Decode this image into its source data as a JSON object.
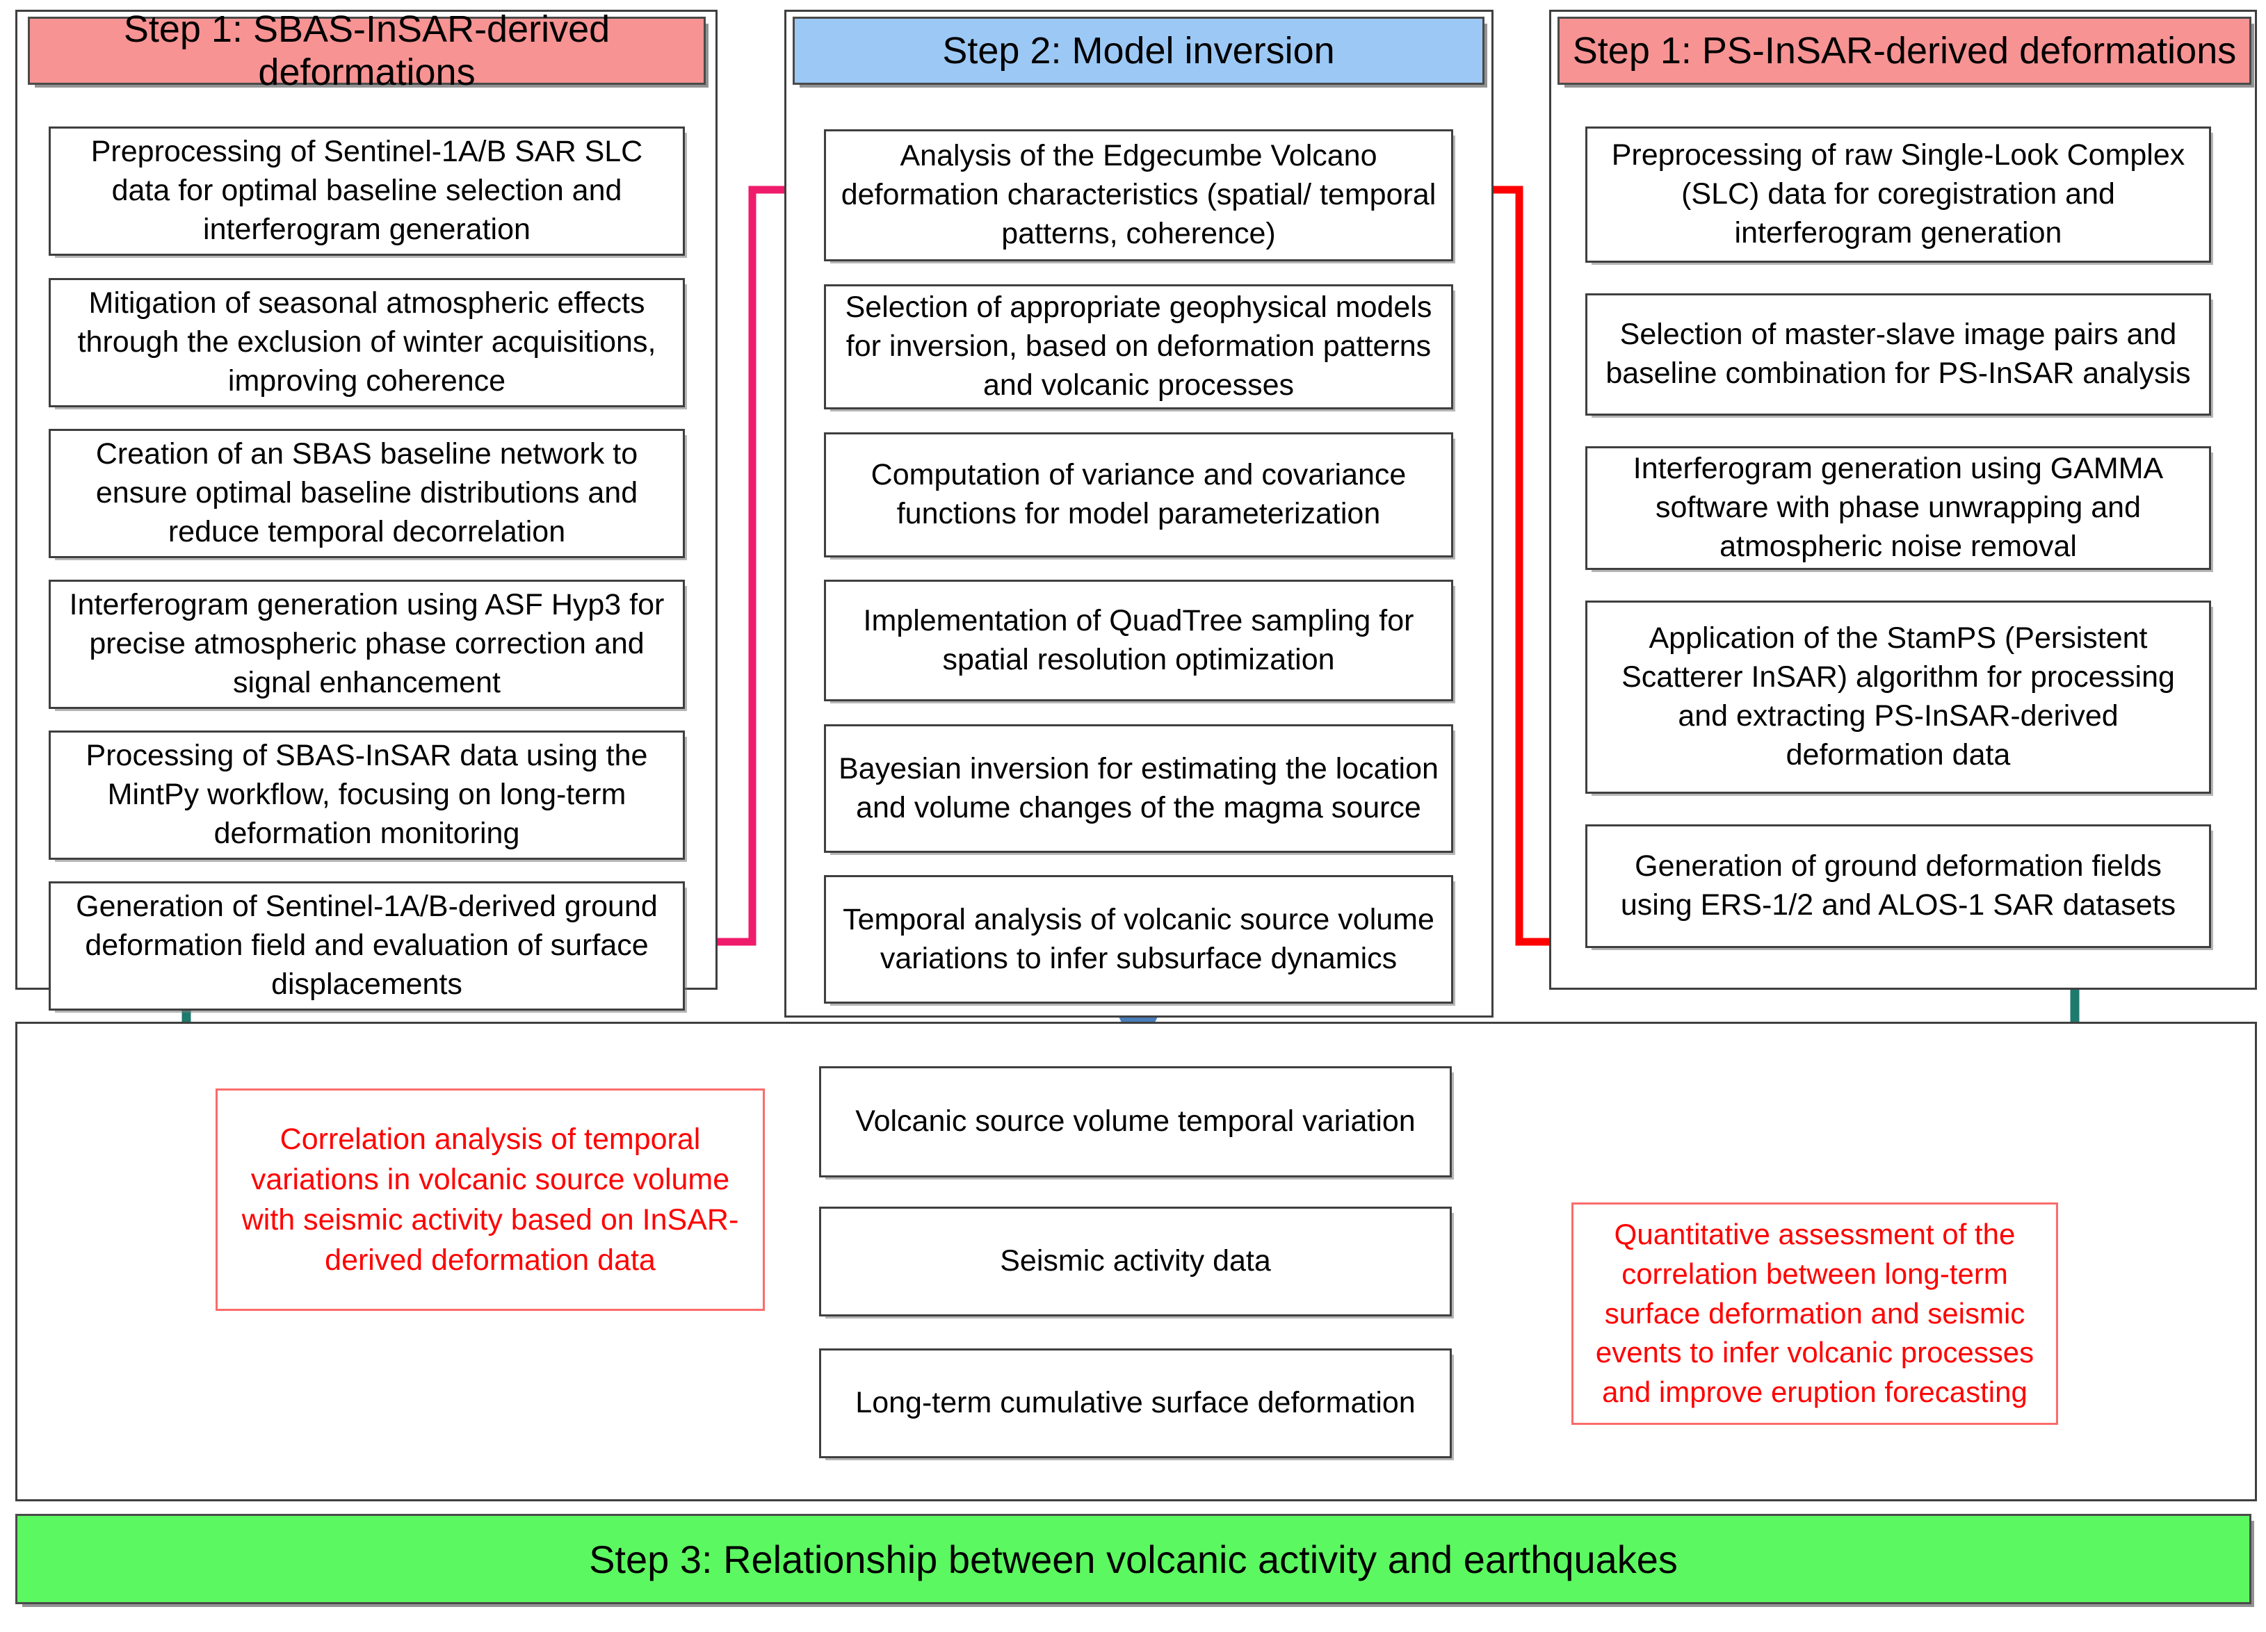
{
  "columns": {
    "left": {
      "header": "Step 1: SBAS-InSAR-derived deformations",
      "header_color": "#f79393",
      "steps": [
        "Preprocessing of Sentinel-1A/B SAR SLC data for optimal baseline selection and interferogram generation",
        "Mitigation of seasonal atmospheric effects through the exclusion of winter acquisitions, improving coherence",
        "Creation of an SBAS baseline network to ensure optimal baseline distributions and reduce temporal decorrelation",
        "Interferogram generation using ASF Hyp3 for precise atmospheric phase correction and signal enhancement",
        "Processing of SBAS-InSAR data using the MintPy workflow, focusing on long-term deformation monitoring",
        "Generation of Sentinel-1A/B-derived ground deformation field and evaluation of surface displacements"
      ]
    },
    "middle": {
      "header": "Step 2: Model inversion",
      "header_color": "#9cc8f5",
      "steps": [
        "Analysis of the Edgecumbe Volcano deformation characteristics (spatial/ temporal patterns, coherence)",
        "Selection of appropriate geophysical models for inversion, based on deformation patterns and volcanic processes",
        "Computation of variance and covariance functions for model parameterization",
        "Implementation of QuadTree sampling for spatial resolution optimization",
        "Bayesian inversion for estimating the location and volume changes of the magma source",
        "Temporal analysis of volcanic source volume variations to infer subsurface dynamics"
      ]
    },
    "right": {
      "header": "Step 1: PS-InSAR-derived deformations",
      "header_color": "#f79393",
      "steps": [
        "Preprocessing of raw Single-Look Complex (SLC) data for coregistration and interferogram generation",
        "Selection of master-slave image pairs and baseline combination for PS-InSAR analysis",
        "Interferogram generation using GAMMA software with phase unwrapping and atmospheric noise removal",
        "Application of the StamPS (Persistent Scatterer InSAR) algorithm for processing and extracting PS-InSAR-derived deformation data",
        "Generation of ground deformation fields using ERS-1/2 and ALOS-1 SAR datasets"
      ]
    }
  },
  "bottom": {
    "left_note": "Correlation analysis of temporal variations in volcanic source volume with seismic activity based on InSAR-derived deformation data",
    "right_note": "Quantitative assessment of the correlation between long-term surface deformation and seismic events to infer volcanic processes and improve eruption forecasting",
    "center_boxes": [
      "Volcanic source volume temporal variation",
      "Seismic activity data",
      "Long-term cumulative surface deformation"
    ],
    "note_color": "#ff0000"
  },
  "footer": {
    "label": "Step 3: Relationship between volcanic activity and earthquakes",
    "color": "#5cf861"
  },
  "connector_colors": {
    "down_arrow": "#17365d",
    "pink_link": "#ef1b6b",
    "red_link": "#ff0000",
    "teal_link": "#1f7a6e",
    "blue_double_arrow": "#4a7ebb",
    "black_bracket": "#000000"
  }
}
